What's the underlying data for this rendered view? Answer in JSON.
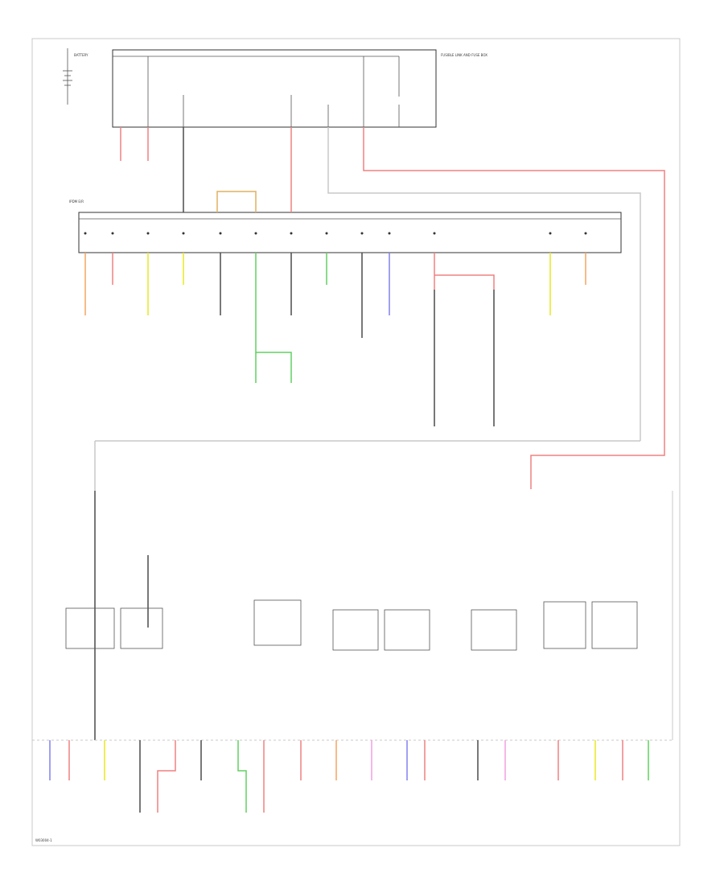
{
  "diagram": {
    "power_source": "BATTERY",
    "fuse_link_box": "FUSIBLE LINK AND FUSE BOX",
    "ipdm": "IPDM E/R",
    "footer_code": "W03004-1",
    "colors": {
      "wire_black": "#4a4a4a",
      "wire_red": "#f08080",
      "wire_orange": "#f4a460",
      "wire_yellow": "#e8e820",
      "wire_green": "#60d060",
      "wire_blue": "#8080f0",
      "wire_pink": "#f0a0e0",
      "frame": "#c8c8c8"
    }
  }
}
